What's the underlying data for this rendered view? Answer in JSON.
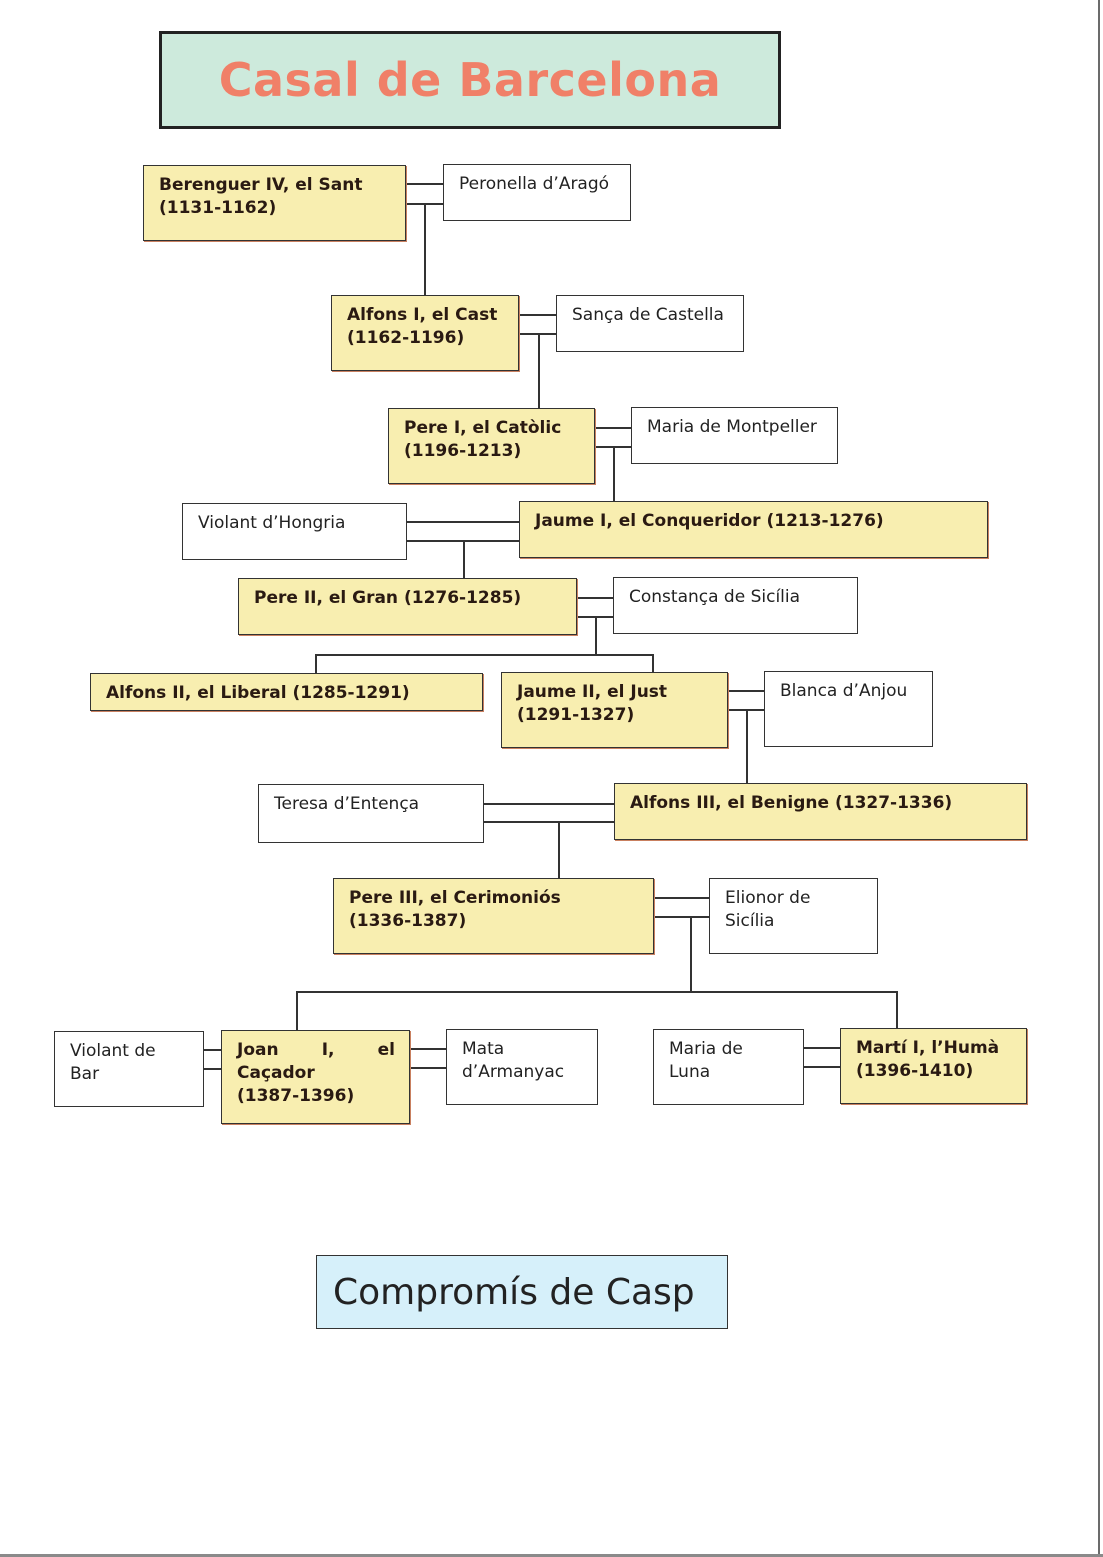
{
  "title": "Casal de Barcelona",
  "colors": {
    "title_text": "#f08068",
    "title_bg": "#cdeadc",
    "king_bg": "#f8eeb0",
    "spouse_bg": "#ffffff",
    "footer_bg": "#d6f0fa"
  },
  "kings": [
    {
      "id": "berenguer_iv",
      "name": "Berenguer IV, el Sant",
      "reign": "(1131-1162)"
    },
    {
      "id": "alfons_i",
      "name": "Alfons I, el Cast",
      "reign": "(1162-1196)"
    },
    {
      "id": "pere_i",
      "name": "Pere I, el Catòlic",
      "reign": "(1196-1213)"
    },
    {
      "id": "jaume_i",
      "name": "Jaume I, el Conqueridor",
      "reign": "(1213-1276)"
    },
    {
      "id": "pere_ii",
      "name": "Pere II, el Gran",
      "reign": "(1276-1285)"
    },
    {
      "id": "alfons_ii",
      "name": "Alfons II, el Liberal",
      "reign": "(1285-1291)"
    },
    {
      "id": "jaume_ii",
      "name": "Jaume II, el Just",
      "reign": "(1291-1327)"
    },
    {
      "id": "alfons_iii",
      "name": "Alfons III, el Benigne",
      "reign": "(1327-1336)"
    },
    {
      "id": "pere_iii",
      "name": "Pere III, el Cerimoniós",
      "reign": "(1336-1387)"
    },
    {
      "id": "joan_i",
      "name": "Joan I, el Caçador",
      "reign": "(1387-1396)"
    },
    {
      "id": "marti_i",
      "name": "Martí I, l’Humà",
      "reign": "(1396-1410)"
    }
  ],
  "spouses": [
    {
      "name": "Peronella d’Aragó",
      "spouse_of": "berenguer_iv"
    },
    {
      "name": "Sança de Castella",
      "spouse_of": "alfons_i"
    },
    {
      "name": "Maria de Montpeller",
      "spouse_of": "pere_i"
    },
    {
      "name": "Violant d’Hongria",
      "spouse_of": "jaume_i"
    },
    {
      "name": "Constança de Sicília",
      "spouse_of": "pere_ii"
    },
    {
      "name": "Blanca d’Anjou",
      "spouse_of": "jaume_ii"
    },
    {
      "name": "Teresa d’Entença",
      "spouse_of": "alfons_iii"
    },
    {
      "name": "Elionor de Sicília",
      "spouse_of": "pere_iii"
    },
    {
      "name": "Violant de Bar",
      "spouse_of": "joan_i"
    },
    {
      "name": "Mata d’Armanyac",
      "spouse_of": "joan_i"
    },
    {
      "name": "Maria de Luna",
      "spouse_of": "marti_i"
    }
  ],
  "footer": "Compromís de Casp"
}
